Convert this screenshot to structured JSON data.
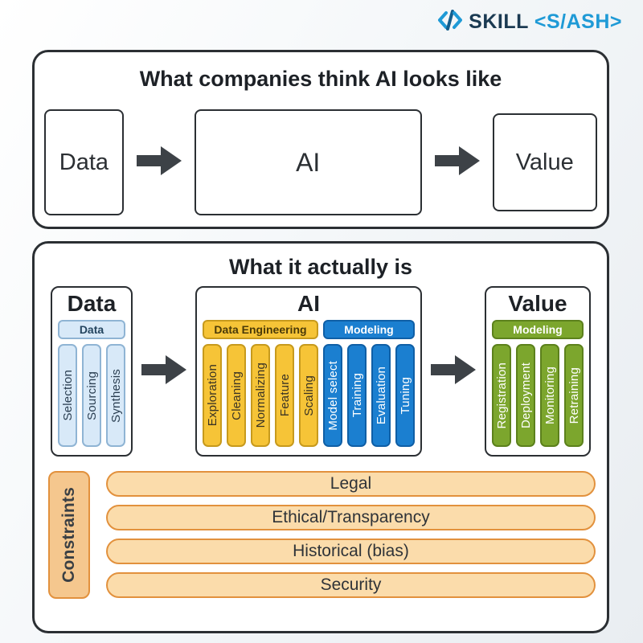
{
  "logo": {
    "brand": "SKILL",
    "brand_accent": "<S/ASH>",
    "icon": "code-slash-icon",
    "accent_color": "#1f9ad6",
    "dark_color": "#1b3a52"
  },
  "top": {
    "title": "What companies think AI looks like",
    "boxes": [
      {
        "label": "Data"
      },
      {
        "label": "AI"
      },
      {
        "label": "Value"
      }
    ]
  },
  "bottom": {
    "title": "What it actually is",
    "groups": [
      {
        "title": "Data",
        "chips": [
          {
            "label": "Data",
            "color": "#d8e9f8"
          }
        ],
        "bars": [
          {
            "label": "Selection",
            "color": "#d8e9f8"
          },
          {
            "label": "Sourcing",
            "color": "#d8e9f8"
          },
          {
            "label": "Synthesis",
            "color": "#d8e9f8"
          }
        ]
      },
      {
        "title": "AI",
        "chips": [
          {
            "label": "Data Engineering",
            "color": "#f6c437"
          },
          {
            "label": "Modeling",
            "color": "#1b7fd0"
          }
        ],
        "bars": [
          {
            "label": "Exploration",
            "color": "#f6c437"
          },
          {
            "label": "Cleaning",
            "color": "#f6c437"
          },
          {
            "label": "Normalizing",
            "color": "#f6c437"
          },
          {
            "label": "Feature",
            "color": "#f6c437"
          },
          {
            "label": "Scaling",
            "color": "#f6c437"
          },
          {
            "label": "Model select",
            "color": "#1b7fd0"
          },
          {
            "label": "Training",
            "color": "#1b7fd0"
          },
          {
            "label": "Evaluation",
            "color": "#1b7fd0"
          },
          {
            "label": "Tuning",
            "color": "#1b7fd0"
          }
        ]
      },
      {
        "title": "Value",
        "chips": [
          {
            "label": "Modeling",
            "color": "#7ca62d"
          }
        ],
        "bars": [
          {
            "label": "Registration",
            "color": "#7ca62d"
          },
          {
            "label": "Deployment",
            "color": "#7ca62d"
          },
          {
            "label": "Monitoring",
            "color": "#7ca62d"
          },
          {
            "label": "Retraining",
            "color": "#7ca62d"
          }
        ]
      }
    ],
    "constraints": {
      "label": "Constraints",
      "rows": [
        {
          "label": "Legal"
        },
        {
          "label": "Ethical/Transparency"
        },
        {
          "label": "Historical (bias)"
        },
        {
          "label": "Security"
        }
      ]
    }
  },
  "colors": {
    "panel_border": "#2b2f33",
    "arrow": "#3d4247",
    "yellow": "#f6c437",
    "blue": "#1b7fd0",
    "lightblue": "#d8e9f8",
    "green": "#7ca62d",
    "orange_fill": "#fbdcab",
    "orange_border": "#e2913d"
  }
}
